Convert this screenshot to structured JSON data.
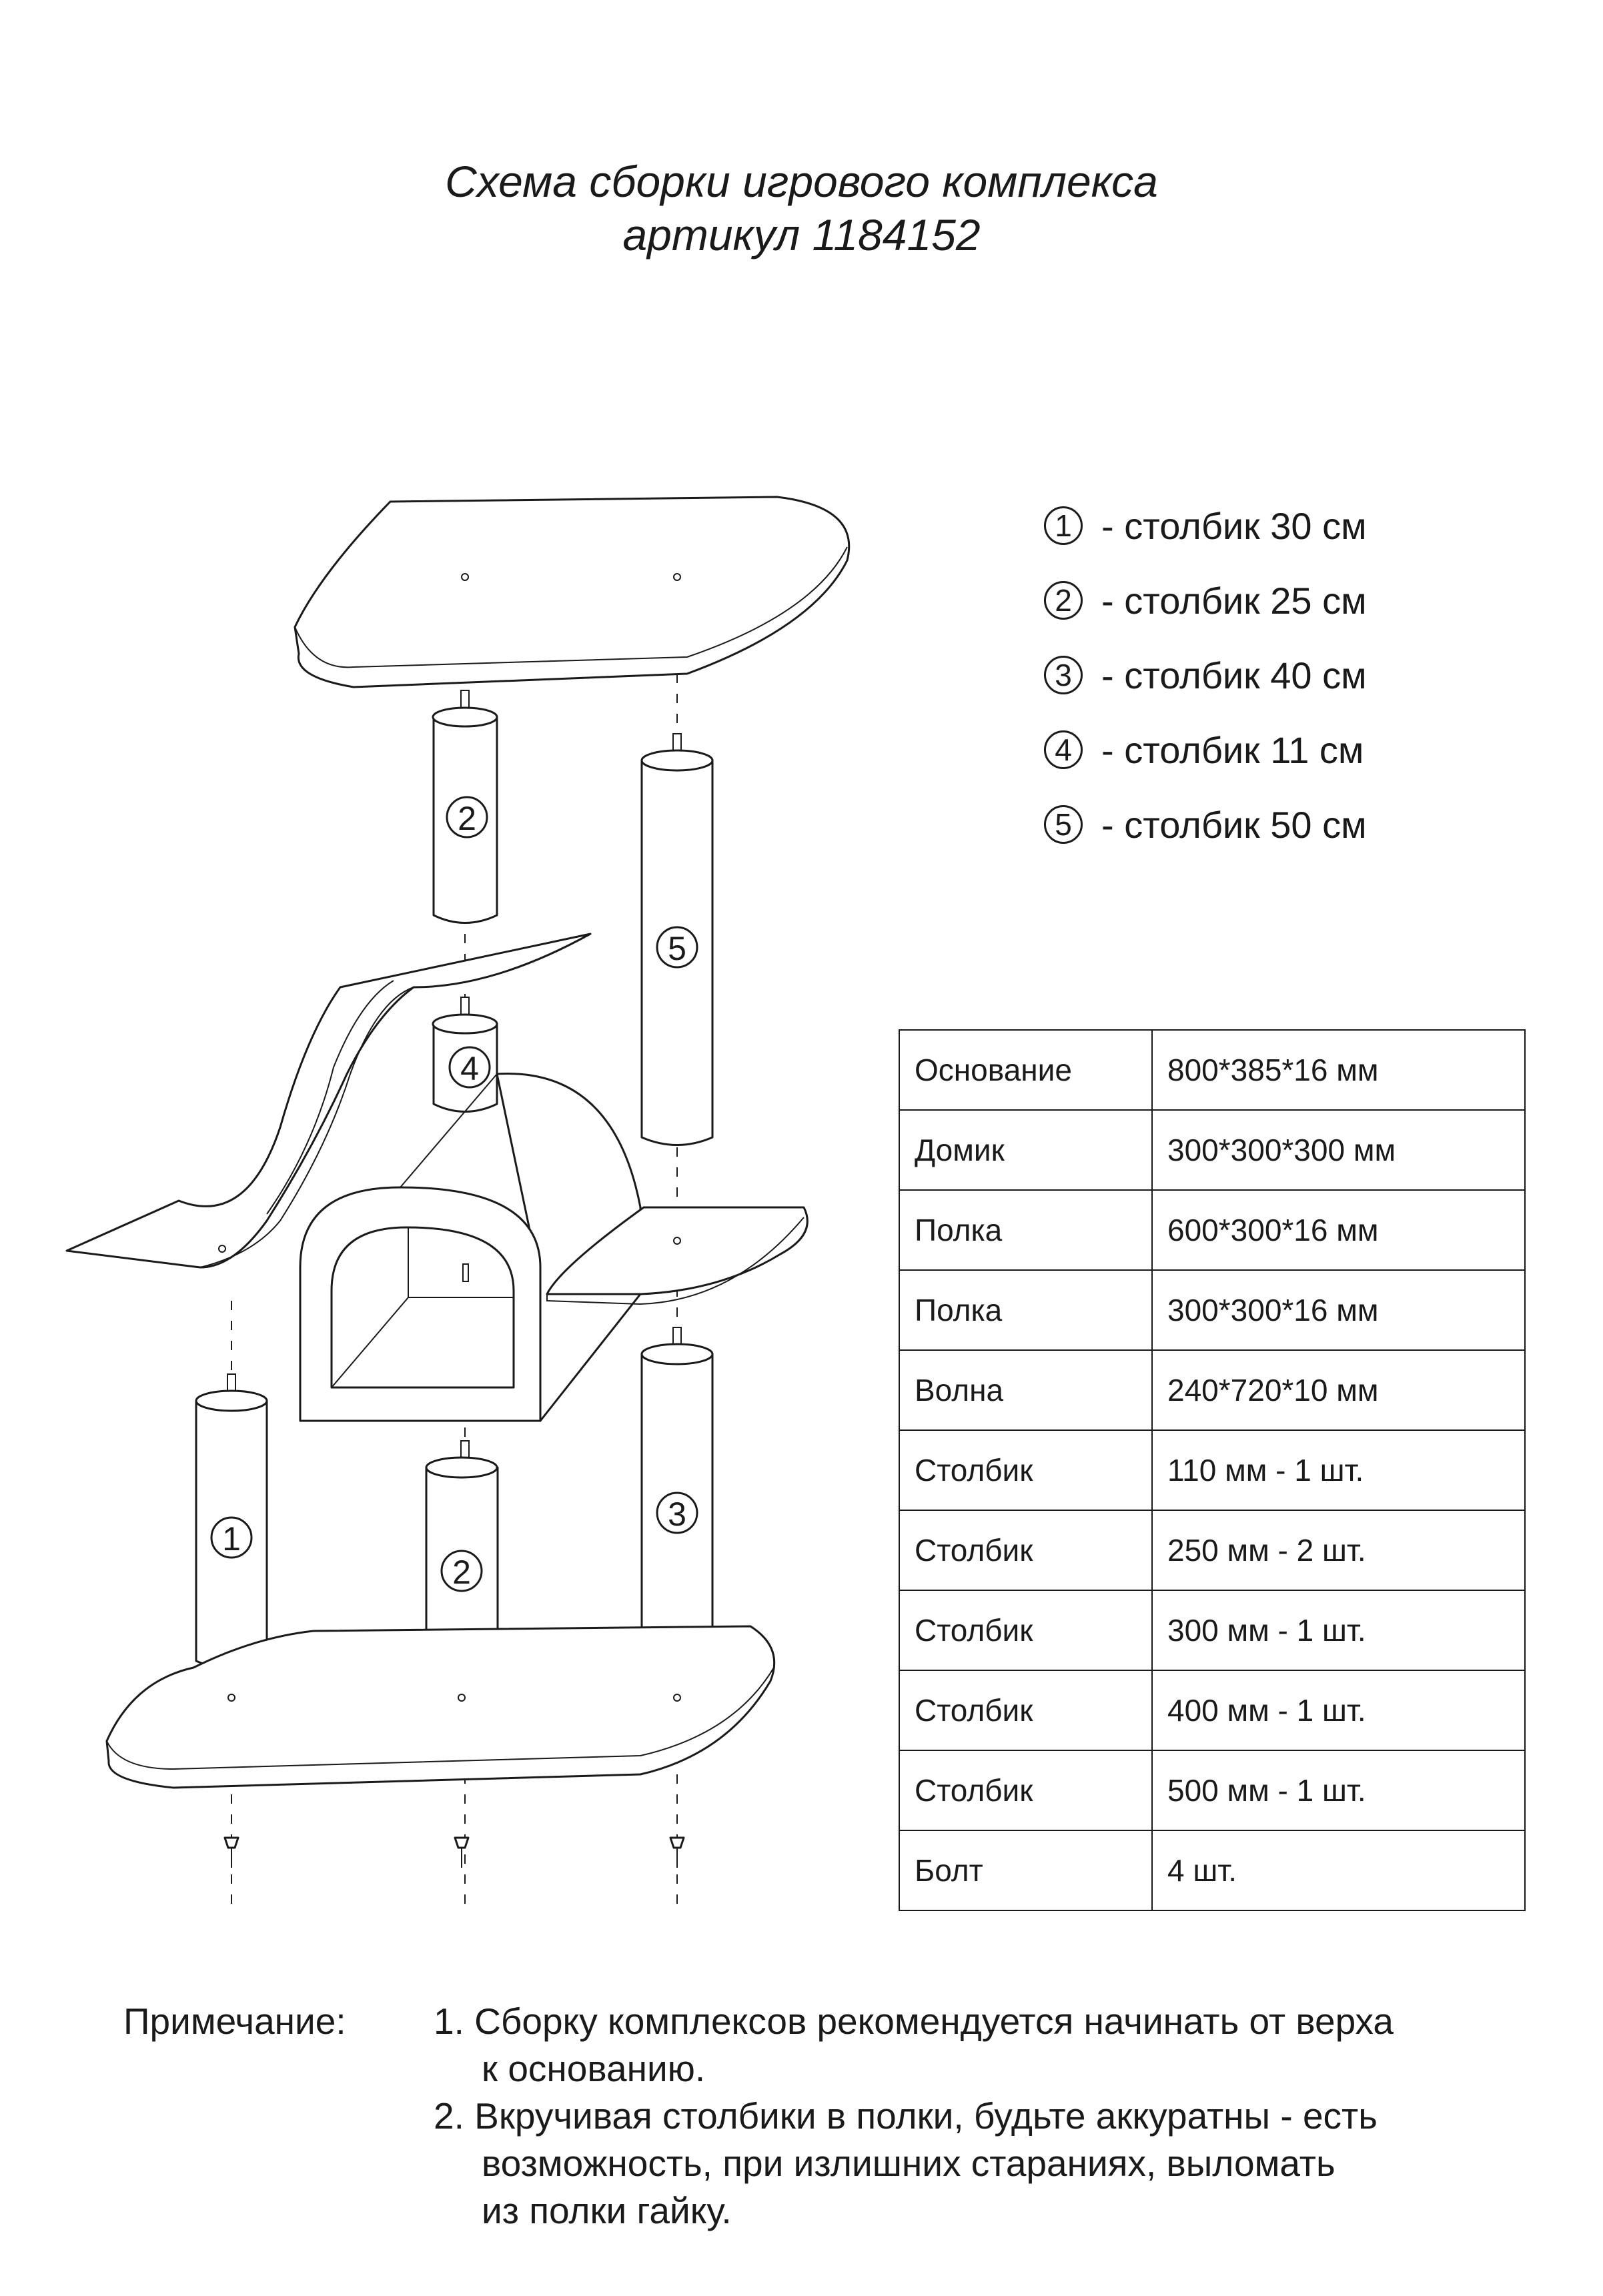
{
  "title": {
    "line1": "Схема сборки игрового комплекса",
    "line2": "артикул 1184152"
  },
  "legend": [
    {
      "num": "1",
      "text": "- столбик 30 см"
    },
    {
      "num": "2",
      "text": "- столбик 25 см"
    },
    {
      "num": "3",
      "text": "- столбик 40 см"
    },
    {
      "num": "4",
      "text": "- столбик 11 см"
    },
    {
      "num": "5",
      "text": "- столбик 50 см"
    }
  ],
  "diagram": {
    "post_labels": [
      "2",
      "5",
      "4",
      "1",
      "2",
      "3"
    ]
  },
  "spec_table": {
    "rows": [
      {
        "name": "Основание",
        "value": "800*385*16 мм"
      },
      {
        "name": "Домик",
        "value": "300*300*300 мм"
      },
      {
        "name": "Полка",
        "value": "600*300*16 мм"
      },
      {
        "name": "Полка",
        "value": "300*300*16 мм"
      },
      {
        "name": "Волна",
        "value": "240*720*10 мм"
      },
      {
        "name": "Столбик",
        "value": "110 мм - 1 шт."
      },
      {
        "name": "Столбик",
        "value": "250 мм - 2 шт."
      },
      {
        "name": "Столбик",
        "value": "300 мм - 1 шт."
      },
      {
        "name": "Столбик",
        "value": "400 мм - 1 шт."
      },
      {
        "name": "Столбик",
        "value": "500 мм - 1 шт."
      },
      {
        "name": "Болт",
        "value": "4 шт."
      }
    ]
  },
  "note": {
    "label": "Примечание:",
    "item1_line1": "1. Сборку комплексов рекомендуется начинать от верха",
    "item1_line2": "к основанию.",
    "item2_line1": "2. Вкручивая столбики в полки, будьте аккуратны - есть",
    "item2_line2": "возможность, при излишних стараниях, выломать",
    "item2_line3": "из полки гайку."
  }
}
